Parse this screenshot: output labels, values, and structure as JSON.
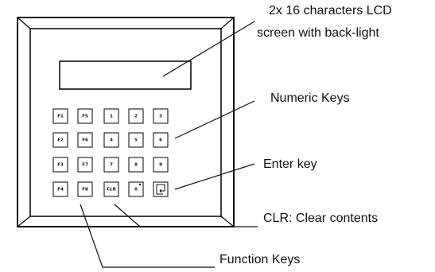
{
  "keypad": {
    "rows": [
      [
        "F1",
        "F5",
        "1",
        "2",
        "3"
      ],
      [
        "F2",
        "F6",
        "4",
        "5",
        "6"
      ],
      [
        "F3",
        "F7",
        "7",
        "8",
        "9"
      ],
      [
        "F4",
        "F8",
        "CLR",
        "0",
        "enter-icon"
      ]
    ]
  },
  "callouts": {
    "lcd_line1": "2x 16 characters LCD",
    "lcd_line2": "screen with back-light",
    "numeric": "Numeric Keys",
    "enter": "Enter key",
    "clr": "CLR: Clear contents",
    "function": "Function Keys"
  }
}
